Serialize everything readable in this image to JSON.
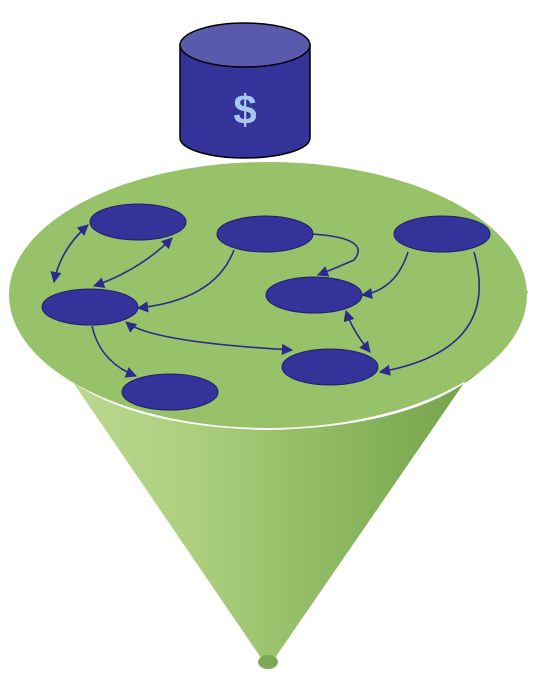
{
  "database": {
    "symbol": "$"
  },
  "colors": {
    "node_fill": "#333399",
    "node_stroke": "#1f1f70",
    "edge": "#2b2b8c",
    "cone_light": "#c2dc9a",
    "cone_mid": "#9bc46e",
    "cone_dark": "#6e9a45",
    "cone_top": "#98c26a",
    "cylinder_top": "#5a5aad",
    "cylinder_body": "#333399",
    "dollar": "#a6c8f0"
  },
  "graph": {
    "nodes": [
      {
        "id": "n1"
      },
      {
        "id": "n2"
      },
      {
        "id": "n3"
      },
      {
        "id": "n4"
      },
      {
        "id": "n5"
      },
      {
        "id": "n6"
      },
      {
        "id": "n7"
      },
      {
        "id": "n8"
      }
    ],
    "edges": [
      {
        "from": "n1",
        "to": "n4",
        "bidirectional": true
      },
      {
        "from": "n4",
        "to": "n1",
        "bidirectional": true
      },
      {
        "from": "n2",
        "to": "n4",
        "bidirectional": false
      },
      {
        "from": "n2",
        "to": "n5",
        "bidirectional": false
      },
      {
        "from": "n3",
        "to": "n5",
        "bidirectional": false
      },
      {
        "from": "n3",
        "to": "n6",
        "bidirectional": false
      },
      {
        "from": "n4",
        "to": "n6",
        "bidirectional": true
      },
      {
        "from": "n4",
        "to": "n7",
        "bidirectional": false
      },
      {
        "from": "n5",
        "to": "n6",
        "bidirectional": true
      }
    ]
  }
}
